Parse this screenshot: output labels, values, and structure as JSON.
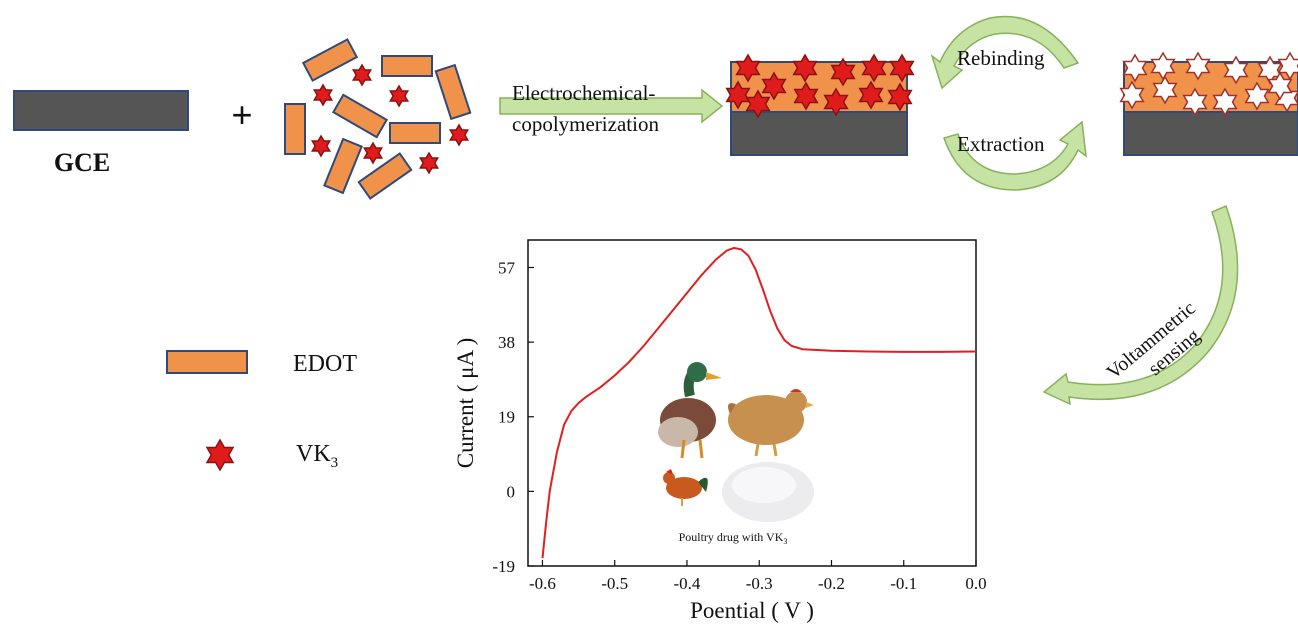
{
  "colors": {
    "electrode": "#555555",
    "electrode_border": "#2f4a7a",
    "edot_fill": "#f0924a",
    "edot_border": "#2f4a7a",
    "vk3_star": "#e01b1b",
    "vk3_star_border": "#8b1010",
    "arrow_green": "#c6e3a4",
    "arrow_green_border": "#86b25c",
    "curve": "#e02020"
  },
  "labels": {
    "gce": "GCE",
    "plus": "+",
    "step_arrow_line1": "Electrochemical-",
    "step_arrow_line2": "copolymerization",
    "rebinding": "Rebinding",
    "extraction": "Extraction",
    "voltammetric_line1": "Voltammetric",
    "voltammetric_line2": "sensing"
  },
  "legend": [
    {
      "key": "edot",
      "label": "EDOT"
    },
    {
      "key": "vk3",
      "label": "VK",
      "subscript": "3"
    }
  ],
  "inset": {
    "caption": "Poultry drug with VK",
    "caption_subscript": "3"
  },
  "chart_data": {
    "type": "line",
    "xlabel": "Poential ( V )",
    "ylabel": "Current ( μA )",
    "xlim": [
      -0.62,
      0.0
    ],
    "ylim": [
      -19,
      64
    ],
    "xticks": [
      "-0.6",
      "-0.5",
      "-0.4",
      "-0.3",
      "-0.2",
      "-0.1",
      "0.0"
    ],
    "yticks": [
      "-19",
      "0",
      "19",
      "38",
      "57"
    ],
    "grid": false,
    "series": [
      {
        "x": [
          -0.6,
          -0.595,
          -0.59,
          -0.58,
          -0.57,
          -0.56,
          -0.55,
          -0.54,
          -0.52,
          -0.5,
          -0.48,
          -0.46,
          -0.44,
          -0.42,
          -0.4,
          -0.38,
          -0.36,
          -0.345,
          -0.335,
          -0.325,
          -0.315,
          -0.305,
          -0.295,
          -0.285,
          -0.275,
          -0.265,
          -0.255,
          -0.24,
          -0.22,
          -0.2,
          -0.15,
          -0.1,
          -0.05,
          0.0
        ],
        "y": [
          -17,
          -8,
          0,
          10,
          17,
          20.5,
          22.5,
          24,
          26.5,
          29.5,
          33,
          37,
          41.5,
          46,
          50.5,
          55,
          59,
          61.3,
          62,
          61.6,
          60,
          56.5,
          51.5,
          46,
          41.5,
          38.5,
          37,
          36.2,
          36,
          35.8,
          35.6,
          35.5,
          35.5,
          35.6
        ]
      }
    ]
  }
}
